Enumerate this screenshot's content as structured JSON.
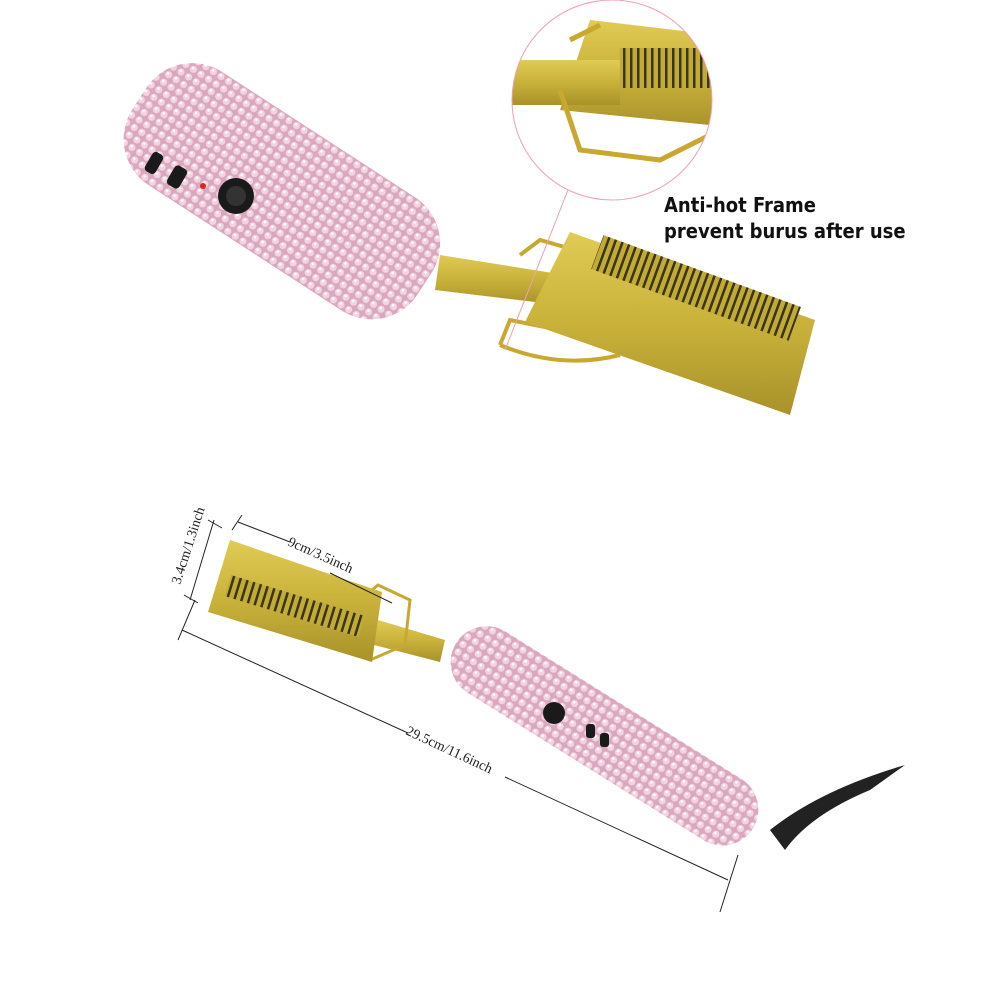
{
  "callout": {
    "line1": "Anti-hot Frame",
    "line2": "prevent burus after use"
  },
  "dimensions": {
    "width": "3.4cm/1.3inch",
    "comb_length": "9cm/3.5inch",
    "total_length": "29.5cm/11.6inch"
  },
  "colors": {
    "gold": "#c9b23a",
    "pink": "#e8bcd0",
    "callout_line": "#f0a0b0"
  }
}
